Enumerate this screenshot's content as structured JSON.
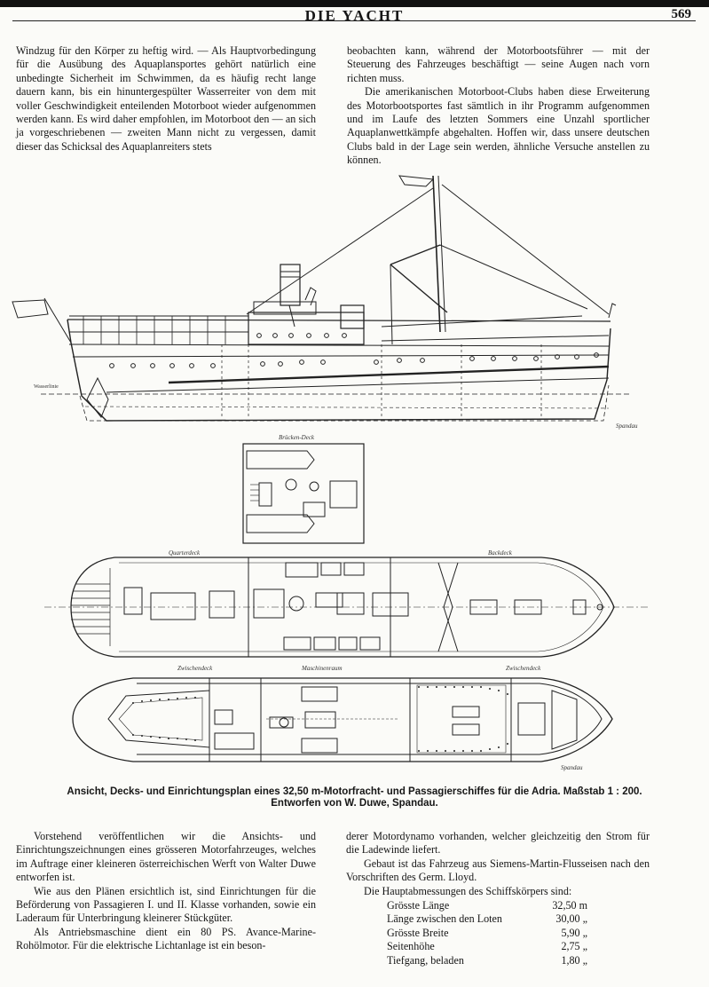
{
  "header": {
    "title": "DIE YACHT",
    "page_number": "569"
  },
  "top_left": {
    "p1": "Windzug für den Körper zu heftig wird. — Als Hauptvorbedingung für die Ausübung des Aquaplansportes gehört natürlich eine unbedingte Sicherheit im Schwimmen, da es häufig recht lange dauern kann, bis ein hinuntergespülter Wasserreiter von dem mit voller Geschwindigkeit enteilenden Motorboot wieder aufgenommen werden kann. Es wird daher empfohlen, im Motorboot den — an sich ja vorgeschriebenen — zweiten Mann nicht zu vergessen, damit dieser das Schicksal des Aquaplanreiters stets"
  },
  "top_right": {
    "p1": "beobachten kann, während der Motorbootsführer — mit der Steuerung des Fahrzeuges beschäftigt — seine Augen nach vorn richten muss.",
    "p2": "Die amerikanischen Motorboot-Clubs haben diese Erweiterung des Motorbootsportes fast sämtlich in ihr Programm aufgenommen und im Laufe des letzten Sommers eine Unzahl sportlicher Aquaplanwettkämpfe abgehalten. Hoffen wir, dass unsere deutschen Clubs bald in der Lage sein werden, ähnliche Versuche anstellen zu können."
  },
  "figure": {
    "labels": {
      "bruecken_deck": "Brücken-Deck",
      "quarterdeck": "Quarterdeck",
      "backdeck": "Backdeck",
      "zwischendeck_1": "Zwischendeck",
      "maschinenraum": "Maschinenraum",
      "zwischendeck_2": "Zwischendeck",
      "signature_1": "Spandau",
      "signature_2": "Spandau",
      "side_note": "Wasserlinie"
    },
    "caption_line1": "Ansicht, Decks- und Einrichtungsplan eines 32,50 m-Motorfracht- und Passagierschiffes für die Adria. Maßstab 1 : 200.",
    "caption_line2": "Entworfen von W. Duwe, Spandau."
  },
  "bottom_left": {
    "p1": "Vorstehend veröffentlichen wir die Ansichts- und Einrichtungszeichnungen eines grösseren Motorfahrzeuges, welches im Auftrage einer kleineren österreichischen Werft von Walter Duwe entworfen ist.",
    "p2": "Wie aus den Plänen ersichtlich ist, sind Einrichtungen für die Beförderung von Passagieren I. und II. Klasse vorhanden, sowie ein Laderaum für Unterbringung kleinerer Stückgüter.",
    "p3": "Als Antriebsmaschine dient ein 80 PS. Avance-Marine-Rohölmotor. Für die elektrische Lichtanlage ist ein beson-"
  },
  "bottom_right": {
    "p1": "derer Motordynamo vorhanden, welcher gleichzeitig den Strom für die Ladewinde liefert.",
    "p2": "Gebaut ist das Fahrzeug aus Siemens-Martin-Flusseisen nach den Vorschriften des Germ. Lloyd.",
    "p3": "Die Hauptabmessungen des Schiffskörpers sind:",
    "dimensions": [
      {
        "name": "Grösste Länge",
        "value": "32,50 m"
      },
      {
        "name": "Länge zwischen den Loten",
        "value": "30,00 „"
      },
      {
        "name": "Grösste Breite",
        "value": "5,90 „"
      },
      {
        "name": "Seitenhöhe",
        "value": "2,75 „"
      },
      {
        "name": "Tiefgang, beladen",
        "value": "1,80 „"
      }
    ]
  }
}
